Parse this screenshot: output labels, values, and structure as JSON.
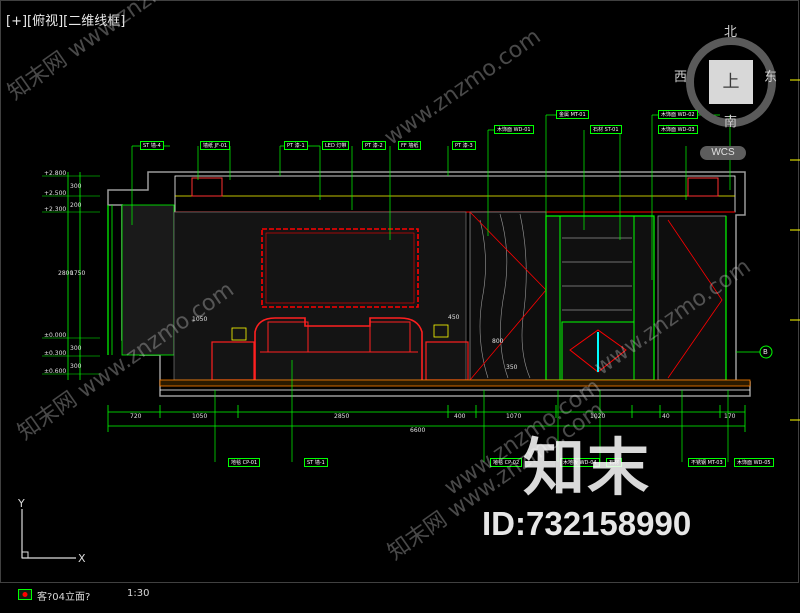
{
  "viewport": {
    "label": "[+][俯视][二维线框]"
  },
  "viewcube": {
    "top_face": "上",
    "north": "北",
    "south": "南",
    "west": "西",
    "east": "东"
  },
  "wcs": {
    "label": "WCS"
  },
  "ucs": {
    "x_label": "X",
    "y_label": "Y"
  },
  "watermark": {
    "brand": "知末",
    "id_text": "ID:732158990",
    "diag1": "知末网 www.znzmo.com",
    "diag2": "www.znzmo.com",
    "diag3": "知末网 www.znzmo.com",
    "diag4": "www.znzmo.com",
    "diag5": "知末网 www.znzmo.com",
    "diag6": "www.znzmo.com"
  },
  "drawing": {
    "levels": [
      "+2.800",
      "+2.500",
      "+2.300",
      "±0.000",
      "±0.300",
      "±0.600"
    ],
    "heights_left": [
      "300",
      "200",
      "1750",
      "2800",
      "300",
      "300"
    ],
    "bottom_dims": [
      "720",
      "1050",
      "2850",
      "400",
      "1070",
      "1020",
      "40",
      "170"
    ],
    "total_dim": "6600",
    "inner_dims": [
      "1050",
      "450",
      "800",
      "350"
    ],
    "top_tags": [
      "ST 墙-4",
      "墙纸 JF-01",
      "PT 漆-1",
      "LED 灯带",
      "PT 漆-2",
      "FF 墙纸",
      "PT 漆-3",
      "木饰面 WD-01",
      "金属 MT-01",
      "石材 ST-01",
      "木饰面 WD-02",
      "木饰面 WD-03"
    ],
    "bottom_tags": [
      "地毯 CP-01",
      "ST 墙-1",
      "地毯 CP-02",
      "木地板 WD-04",
      "石材",
      "不锈钢 MT-03",
      "木饰面 WD-05"
    ],
    "section_mark": "B"
  },
  "status_bar": {
    "command_text": "客?04立面?",
    "scale": "1:30"
  },
  "colors": {
    "red": "#ff0000",
    "green": "#00ff00",
    "cyan": "#00ffff",
    "yellow": "#ffff00",
    "grey": "#808080"
  }
}
